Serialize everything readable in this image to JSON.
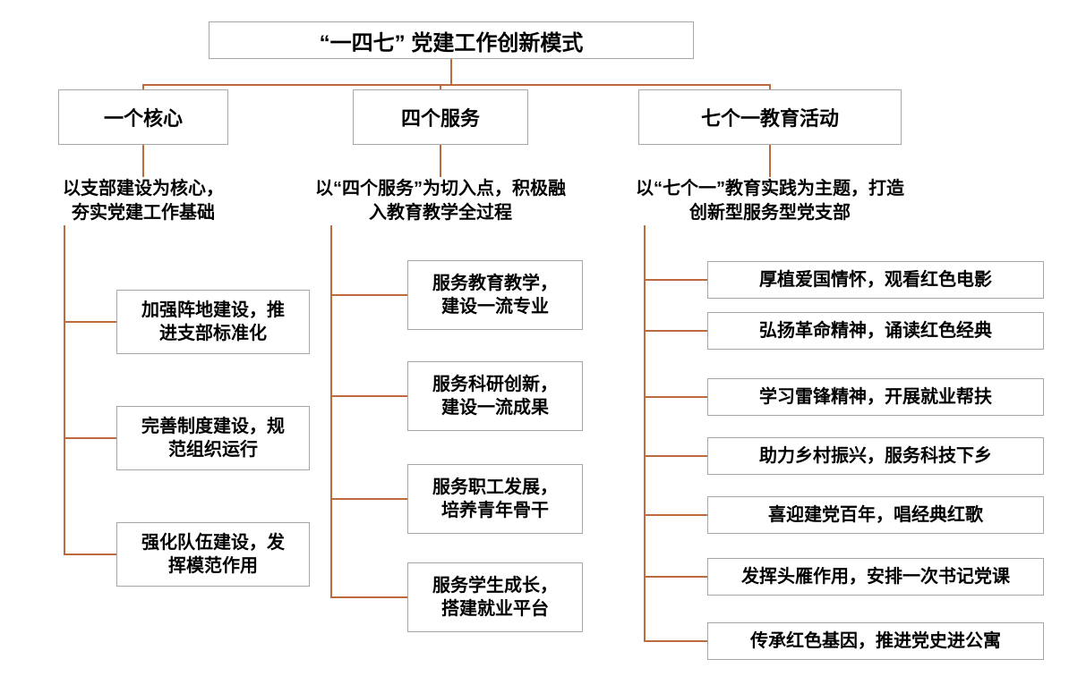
{
  "title": "“一四七” 党建工作创新模式",
  "colors": {
    "connector": "#bd6b3d",
    "box_border": "#a6a6a6",
    "text": "#000000",
    "background": "#ffffff"
  },
  "branches": [
    {
      "header": "一个核心",
      "description": "以支部建设为核心，夯实党建工作基础",
      "items": [
        "加强阵地建设，推进支部标准化",
        "完善制度建设，规范组织运行",
        "强化队伍建设，发挥模范作用"
      ]
    },
    {
      "header": "四个服务",
      "description": "以“四个服务”为切入点，积极融入教育教学全过程",
      "items": [
        "服务教育教学，建设一流专业",
        "服务科研创新，建设一流成果",
        "服务职工发展，培养青年骨干",
        "服务学生成长，搭建就业平台"
      ]
    },
    {
      "header": "七个一教育活动",
      "description": "以“七个一”教育实践为主题，打造创新型服务型党支部",
      "items": [
        "厚植爱国情怀，观看红色电影",
        "弘扬革命精神，诵读红色经典",
        "学习雷锋精神，开展就业帮扶",
        "助力乡村振兴，服务科技下乡",
        "喜迎建党百年，唱经典红歌",
        "发挥头雁作用，安排一次书记党课",
        "传承红色基因，推进党史进公寓"
      ]
    }
  ]
}
